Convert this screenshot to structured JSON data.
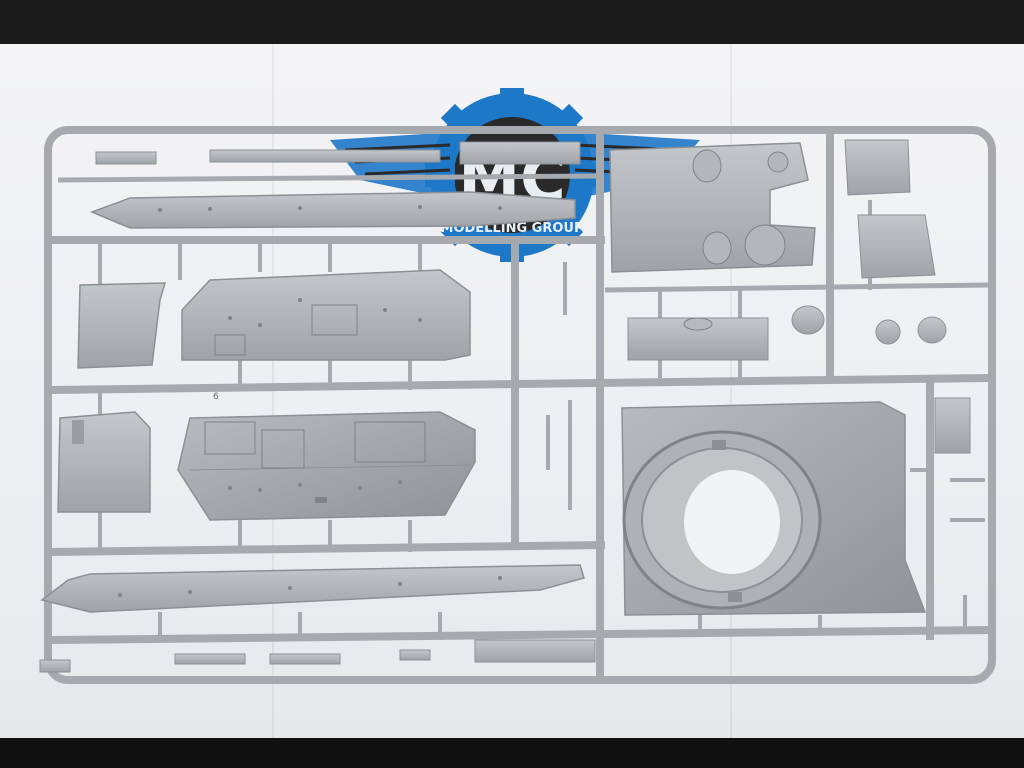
{
  "photo": {
    "subject": "plastic model kit sprue on white paper",
    "colors": {
      "background_dark": "#1a1a1a",
      "paper": "#eef0f3",
      "plastic": "#a9adb1",
      "plastic_light": "#c6c9cc",
      "plastic_dark": "#8d9196",
      "logo_blue": "#1e78c8",
      "logo_dark": "#2a2a2a"
    }
  },
  "watermark": {
    "logo_letters": "MC",
    "logo_subtext": "MODELLING GROUP",
    "icon": "gear-logo-icon"
  },
  "sprue": {
    "part_number_label": "6"
  }
}
